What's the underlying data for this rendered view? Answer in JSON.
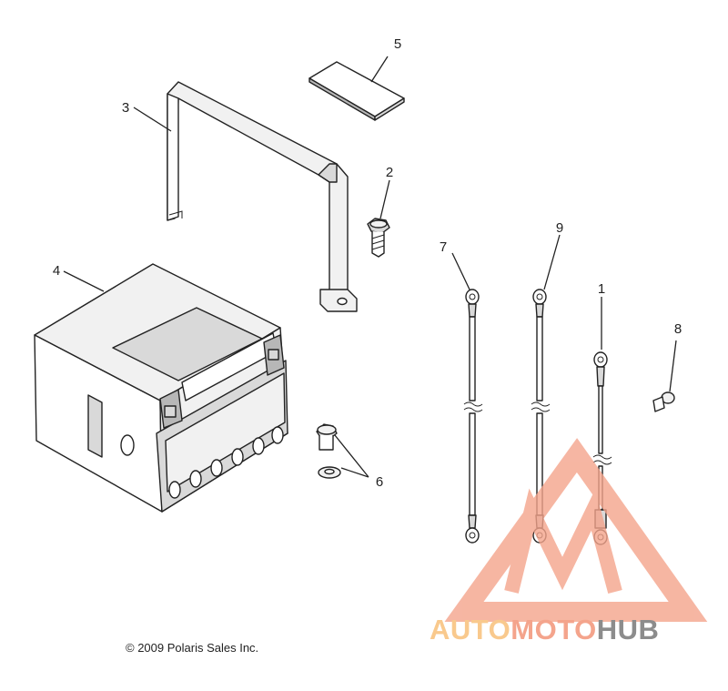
{
  "callouts": [
    "1",
    "2",
    "3",
    "4",
    "5",
    "6",
    "7",
    "8",
    "9"
  ],
  "copyright": "© 2009 Polaris Sales Inc.",
  "watermark": {
    "part1": "AUTO",
    "part2": "MOTO",
    "part3": "HUB",
    "color_primary": "#f4a48c",
    "color_secondary": "#f9c98d",
    "color_dark": "#8c8c8c"
  }
}
